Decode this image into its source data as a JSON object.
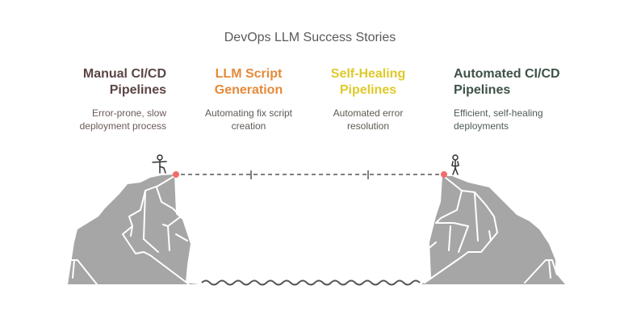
{
  "diagram": {
    "title": "DevOps LLM Success Stories",
    "stages": [
      {
        "heading_line1": "Manual CI/CD",
        "heading_line2": "Pipelines",
        "desc_line1": "Error-prone, slow",
        "desc_line2": "deployment process",
        "color": "#5b4645"
      },
      {
        "heading_line1": "LLM Script",
        "heading_line2": "Generation",
        "desc_line1": "Automating fix script",
        "desc_line2": "creation",
        "color": "#e58a3a"
      },
      {
        "heading_line1": "Self-Healing",
        "heading_line2": "Pipelines",
        "desc_line1": "Automated error",
        "desc_line2": "resolution",
        "color": "#dfc92a"
      },
      {
        "heading_line1": "Automated CI/CD",
        "heading_line2": "Pipelines",
        "desc_line1": "Efficient, self-healing",
        "desc_line2": "deployments",
        "color": "#3f5247"
      }
    ],
    "colors": {
      "rock": "#a6a6a6",
      "anchor": "#f26b6b",
      "line": "#555555"
    },
    "icons": {
      "left_figure": "stick-figure-walking-icon",
      "right_figure": "stick-figure-standing-icon",
      "left_cliff": "cliff-icon",
      "right_cliff": "cliff-icon",
      "water": "water-wave-icon"
    }
  }
}
